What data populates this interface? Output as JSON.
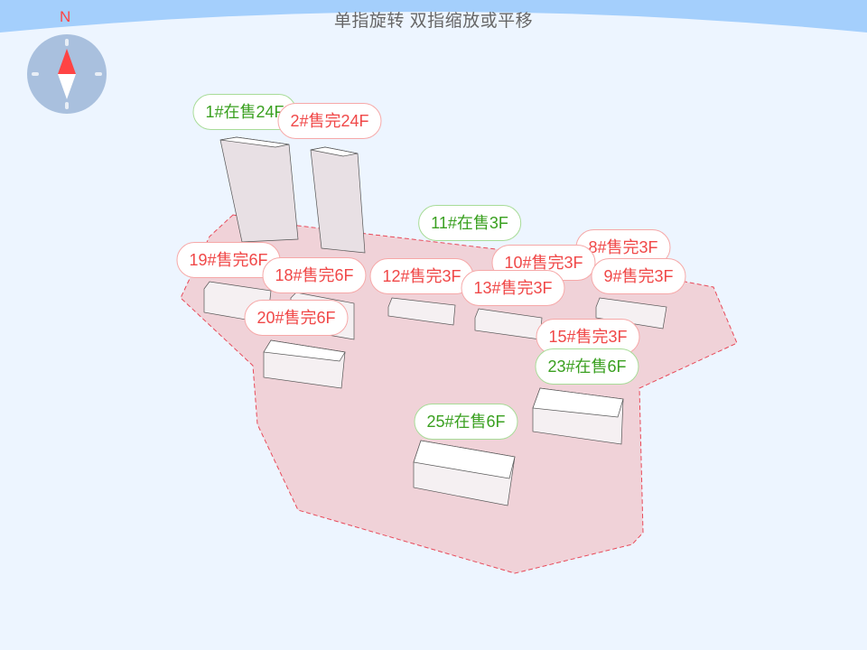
{
  "header": {
    "hint": "单指旋转 双指缩放或平移"
  },
  "compass": {
    "north_label": "N"
  },
  "colors": {
    "sold": "#f04848",
    "on_sale": "#3aa020",
    "site": "#f0d2d8"
  },
  "labels": [
    {
      "id": "1",
      "text": "1#在售24F",
      "status": "on_sale"
    },
    {
      "id": "2",
      "text": "2#售完24F",
      "status": "sold"
    },
    {
      "id": "19",
      "text": "19#售完6F",
      "status": "sold"
    },
    {
      "id": "18",
      "text": "18#售完6F",
      "status": "sold"
    },
    {
      "id": "20",
      "text": "20#售完6F",
      "status": "sold"
    },
    {
      "id": "11",
      "text": "11#在售3F",
      "status": "on_sale"
    },
    {
      "id": "12",
      "text": "12#售完3F",
      "status": "sold"
    },
    {
      "id": "8",
      "text": "8#售完3F",
      "status": "sold"
    },
    {
      "id": "10",
      "text": "10#售完3F",
      "status": "sold"
    },
    {
      "id": "9",
      "text": "9#售完3F",
      "status": "sold"
    },
    {
      "id": "13",
      "text": "13#售完3F",
      "status": "sold"
    },
    {
      "id": "15",
      "text": "15#售完3F",
      "status": "sold"
    },
    {
      "id": "23",
      "text": "23#在售6F",
      "status": "on_sale"
    },
    {
      "id": "25",
      "text": "25#在售6F",
      "status": "on_sale"
    }
  ]
}
